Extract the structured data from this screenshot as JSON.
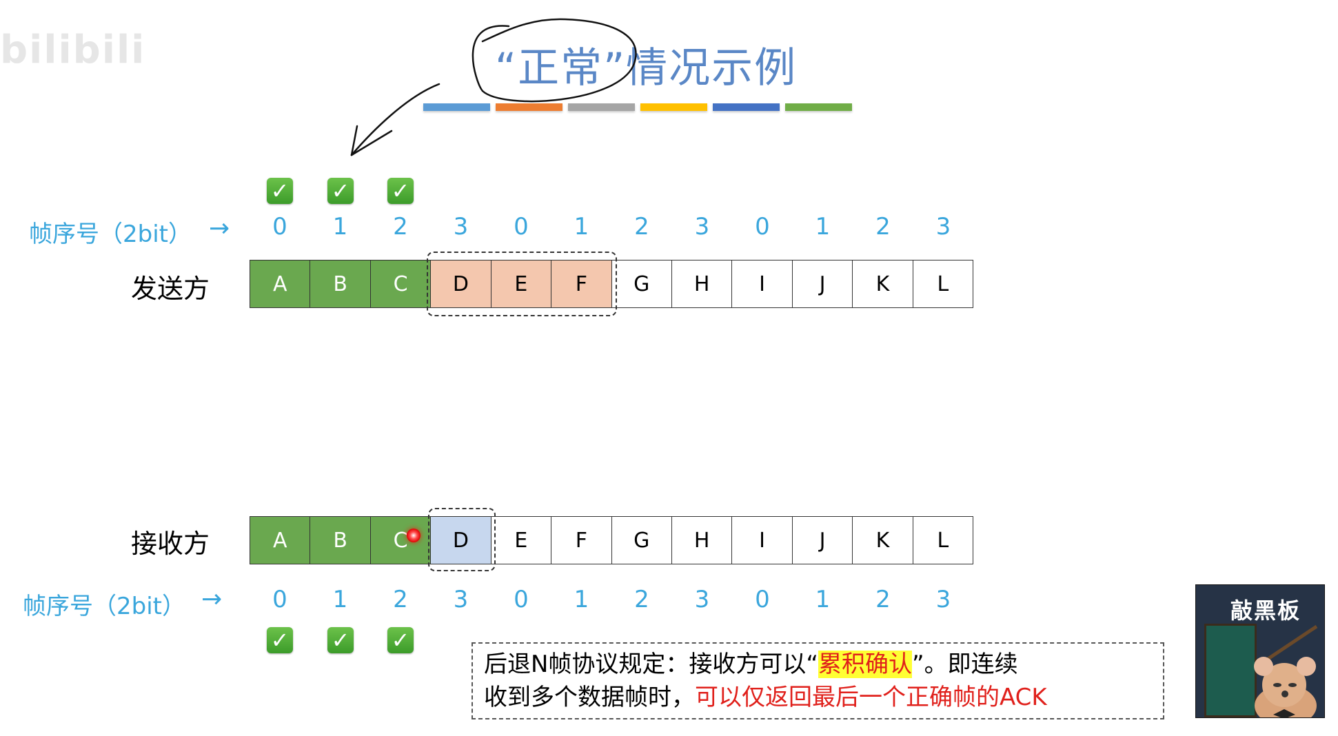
{
  "watermark": "bilibili",
  "title": "“正常”情况示例",
  "color_bars": [
    "#5b9bd5",
    "#ed7d31",
    "#a5a5a5",
    "#ffc000",
    "#4472c4",
    "#70ad47"
  ],
  "sender": {
    "label": "发送方",
    "seq_label": "帧序号（2bit）",
    "arrow": "→",
    "seq_numbers": [
      "0",
      "1",
      "2",
      "3",
      "0",
      "1",
      "2",
      "3",
      "0",
      "1",
      "2",
      "3"
    ],
    "frames": [
      "A",
      "B",
      "C",
      "D",
      "E",
      "F",
      "G",
      "H",
      "I",
      "J",
      "K",
      "L"
    ]
  },
  "receiver": {
    "label": "接收方",
    "seq_label": "帧序号（2bit）",
    "arrow": "→",
    "seq_numbers": [
      "0",
      "1",
      "2",
      "3",
      "0",
      "1",
      "2",
      "3",
      "0",
      "1",
      "2",
      "3"
    ],
    "frames": [
      "A",
      "B",
      "C",
      "D",
      "E",
      "F",
      "G",
      "H",
      "I",
      "J",
      "K",
      "L"
    ]
  },
  "check_mark": "✓",
  "note": {
    "line1_prefix": "后退N帧协议规定：接收方可以“",
    "line1_highlight": "累积确认",
    "line1_suffix": "”。即连续",
    "line2_prefix": "收到多个数据帧时，",
    "line2_red": "可以仅返回最后一个正确帧的ACK"
  },
  "mascot": {
    "label": "敲黑板"
  }
}
